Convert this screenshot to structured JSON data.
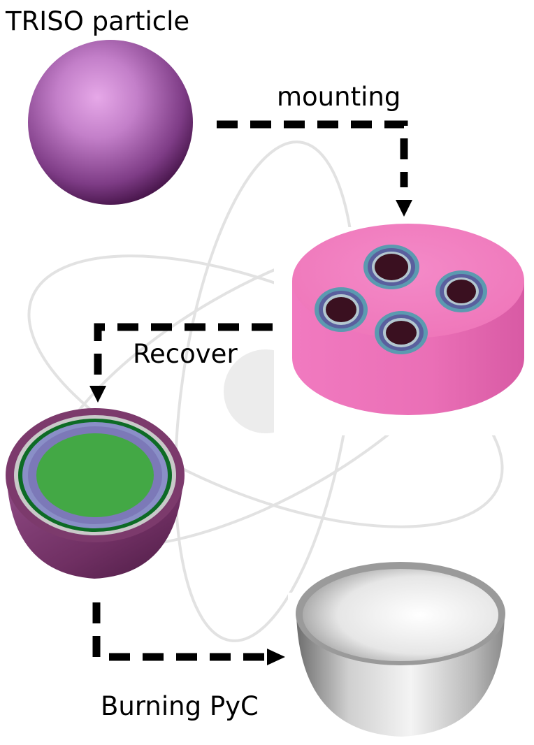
{
  "labels": {
    "triso_particle": "TRISO particle",
    "mounting": "mounting",
    "recover": "Recover",
    "burning_pyc": "Burning PyC"
  },
  "colors": {
    "particle_purple": "#8a3a86",
    "mount_pink": "#f27bbf",
    "kernel_green": "#43a845",
    "buffer_blue": "#7c79b8",
    "sic_dark_green": "#0d6b25",
    "shell_purple": "#7c3a6c",
    "shell_grey": "#cfcfcf",
    "arrow_black": "#000000"
  }
}
